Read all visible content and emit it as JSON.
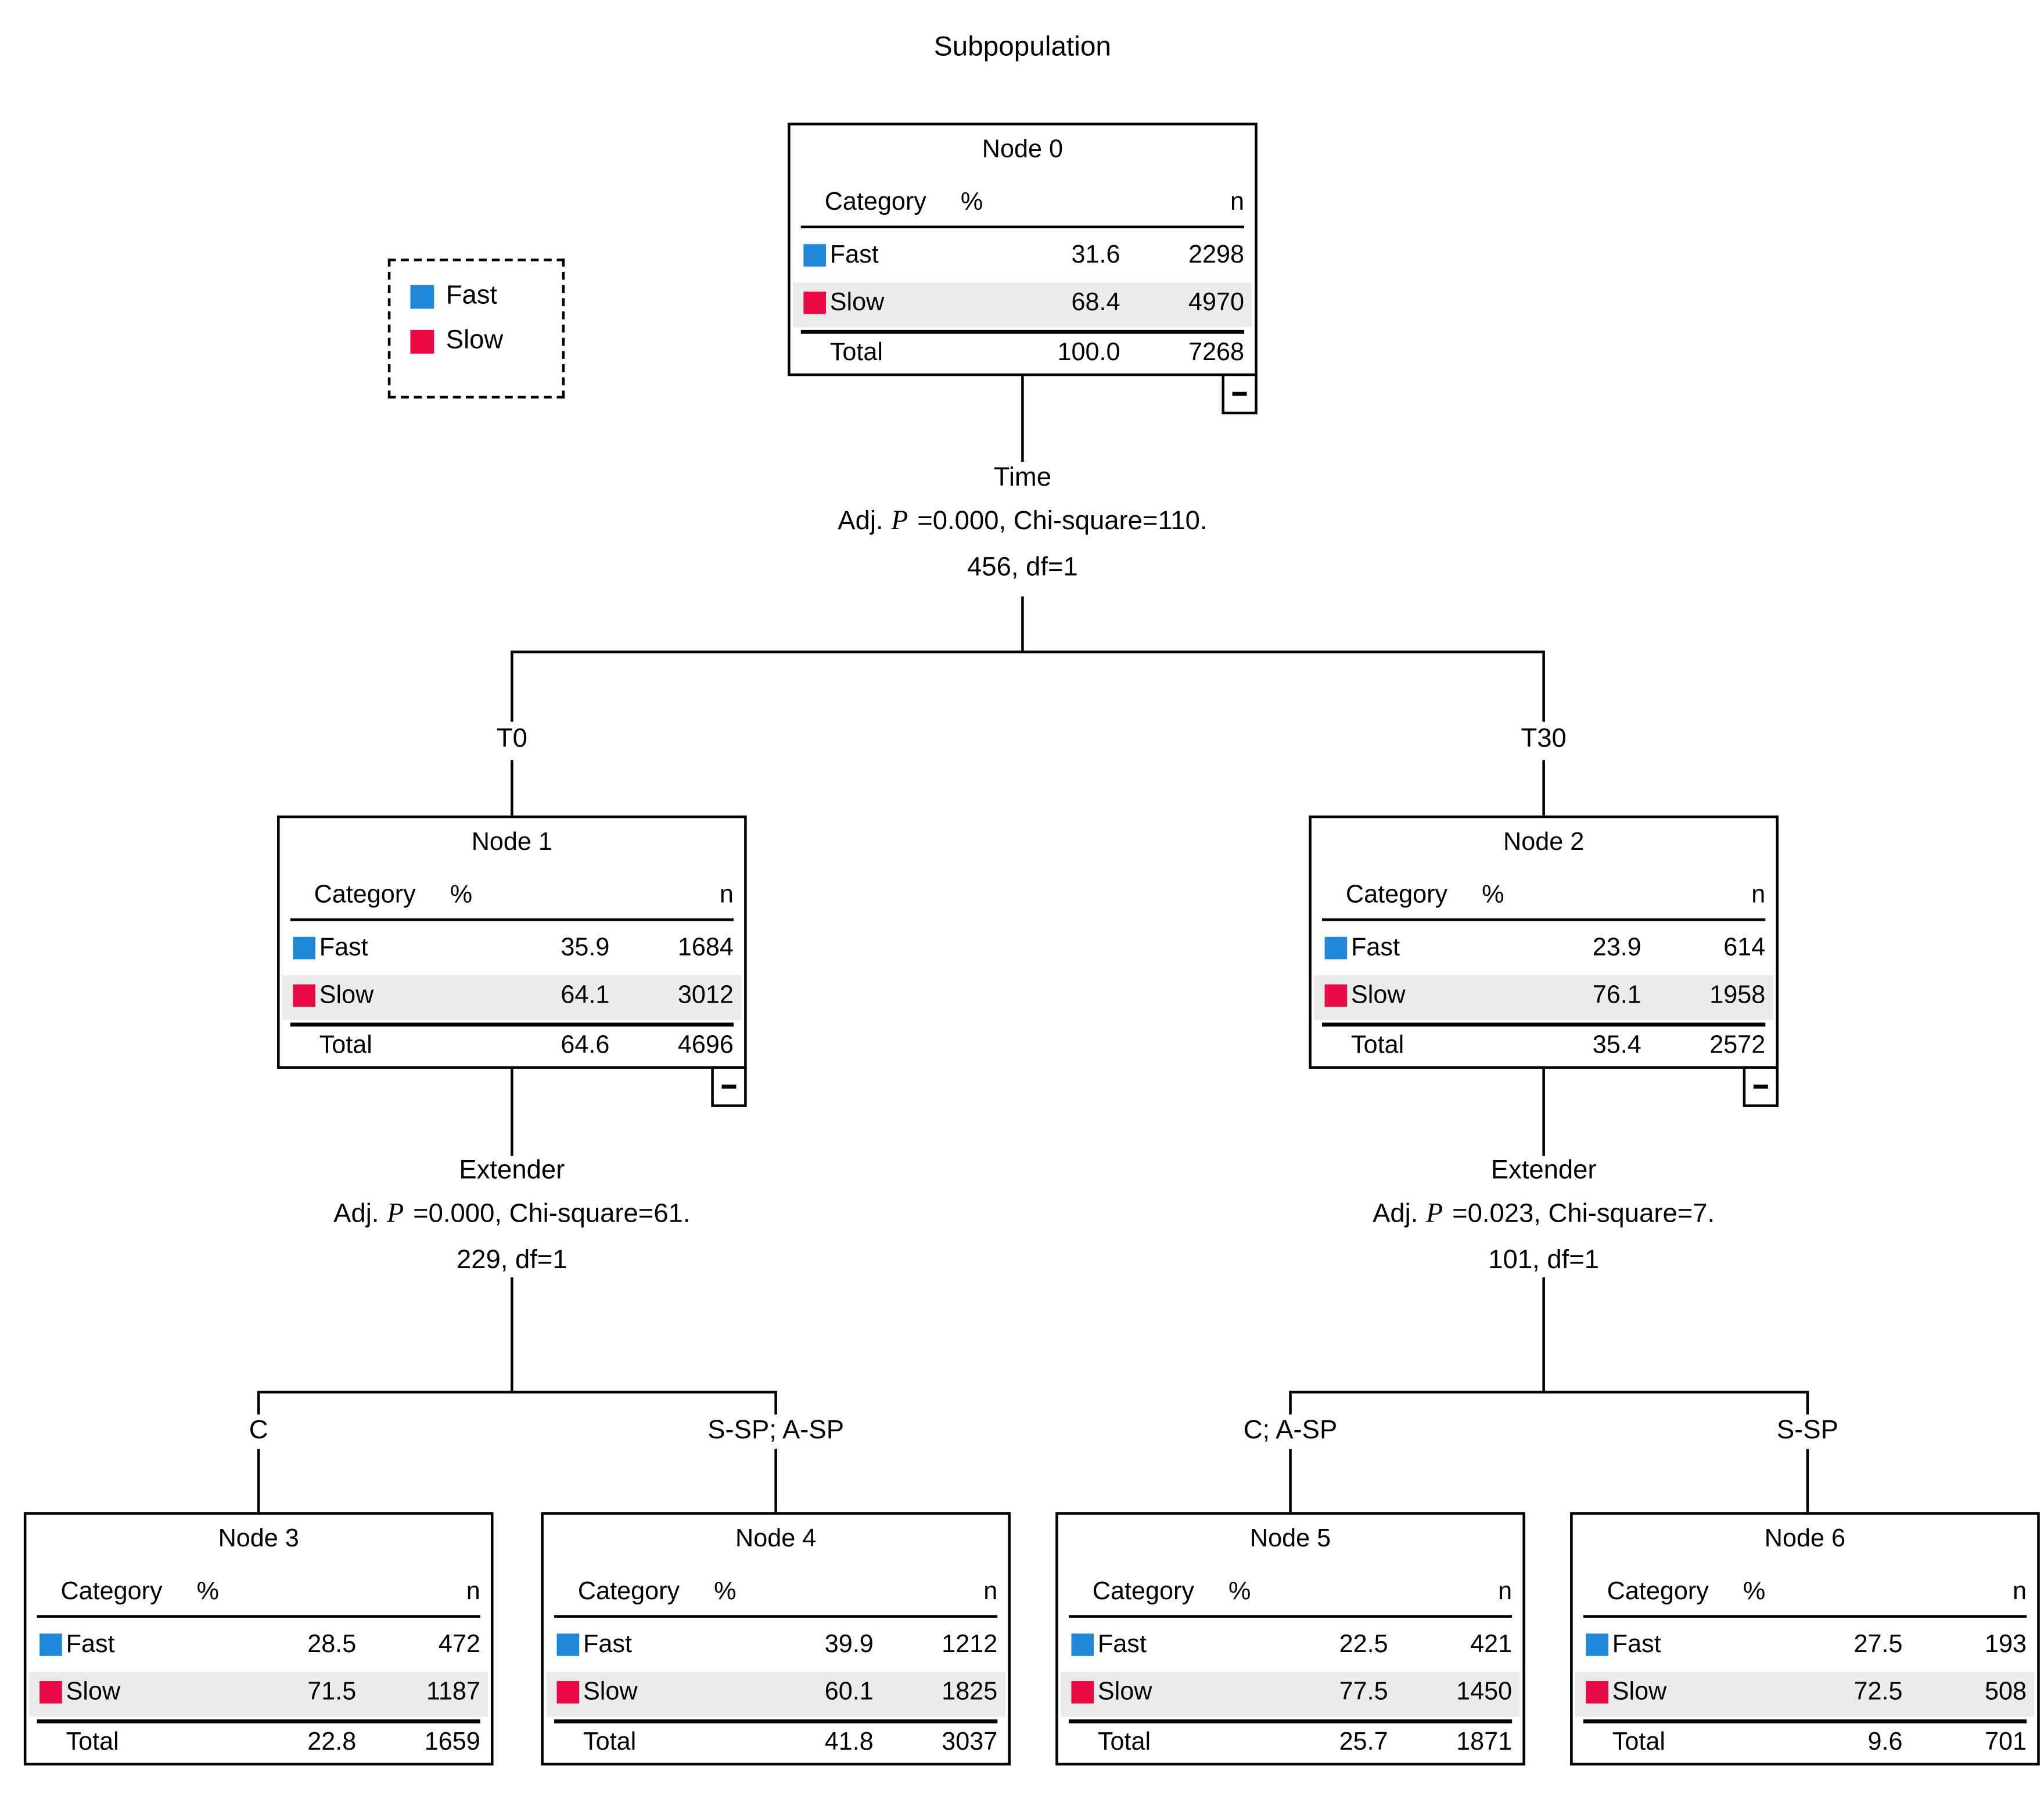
{
  "title": "Subpopulation",
  "colors": {
    "fast": "#1E87D8",
    "slow": "#E90A43",
    "row_highlight": "#EBEBEB",
    "line": "#000000"
  },
  "legend": {
    "items": [
      {
        "label": "Fast"
      },
      {
        "label": "Slow"
      }
    ]
  },
  "headers": {
    "category": "Category",
    "percent": "%",
    "n": "n",
    "total_label": "Total"
  },
  "collapse_glyph": "−",
  "nodes": [
    {
      "title": "Node 0",
      "fast": {
        "label": "Fast",
        "pct": "31.6",
        "n": "2298"
      },
      "slow": {
        "label": "Slow",
        "pct": "68.4",
        "n": "4970"
      },
      "total": {
        "pct": "100.0",
        "n": "7268"
      }
    },
    {
      "title": "Node 1",
      "fast": {
        "label": "Fast",
        "pct": "35.9",
        "n": "1684"
      },
      "slow": {
        "label": "Slow",
        "pct": "64.1",
        "n": "3012"
      },
      "total": {
        "pct": "64.6",
        "n": "4696"
      }
    },
    {
      "title": "Node 2",
      "fast": {
        "label": "Fast",
        "pct": "23.9",
        "n": "614"
      },
      "slow": {
        "label": "Slow",
        "pct": "76.1",
        "n": "1958"
      },
      "total": {
        "pct": "35.4",
        "n": "2572"
      }
    },
    {
      "title": "Node 3",
      "fast": {
        "label": "Fast",
        "pct": "28.5",
        "n": "472"
      },
      "slow": {
        "label": "Slow",
        "pct": "71.5",
        "n": "1187"
      },
      "total": {
        "pct": "22.8",
        "n": "1659"
      }
    },
    {
      "title": "Node 4",
      "fast": {
        "label": "Fast",
        "pct": "39.9",
        "n": "1212"
      },
      "slow": {
        "label": "Slow",
        "pct": "60.1",
        "n": "1825"
      },
      "total": {
        "pct": "41.8",
        "n": "3037"
      }
    },
    {
      "title": "Node 5",
      "fast": {
        "label": "Fast",
        "pct": "22.5",
        "n": "421"
      },
      "slow": {
        "label": "Slow",
        "pct": "77.5",
        "n": "1450"
      },
      "total": {
        "pct": "25.7",
        "n": "1871"
      }
    },
    {
      "title": "Node 6",
      "fast": {
        "label": "Fast",
        "pct": "27.5",
        "n": "193"
      },
      "slow": {
        "label": "Slow",
        "pct": "72.5",
        "n": "508"
      },
      "total": {
        "pct": "9.6",
        "n": "701"
      }
    }
  ],
  "splits": {
    "time": {
      "variable": "Time",
      "adj_label": "Adj.",
      "p_label": "P",
      "line1_rest": "=0.000, Chi-square=110.",
      "line2": "456, df=1"
    },
    "extender_left": {
      "variable": "Extender",
      "adj_label": "Adj.",
      "p_label": "P",
      "line1_rest": "=0.000, Chi-square=61.",
      "line2": "229, df=1"
    },
    "extender_right": {
      "variable": "Extender",
      "adj_label": "Adj.",
      "p_label": "P",
      "line1_rest": "=0.023, Chi-square=7.",
      "line2": "101, df=1"
    }
  },
  "branches": {
    "t0": "T0",
    "t30": "T30",
    "c": "C",
    "ssp_asp": "S-SP; A-SP",
    "c_asp": "C; A-SP",
    "ssp": "S-SP"
  }
}
